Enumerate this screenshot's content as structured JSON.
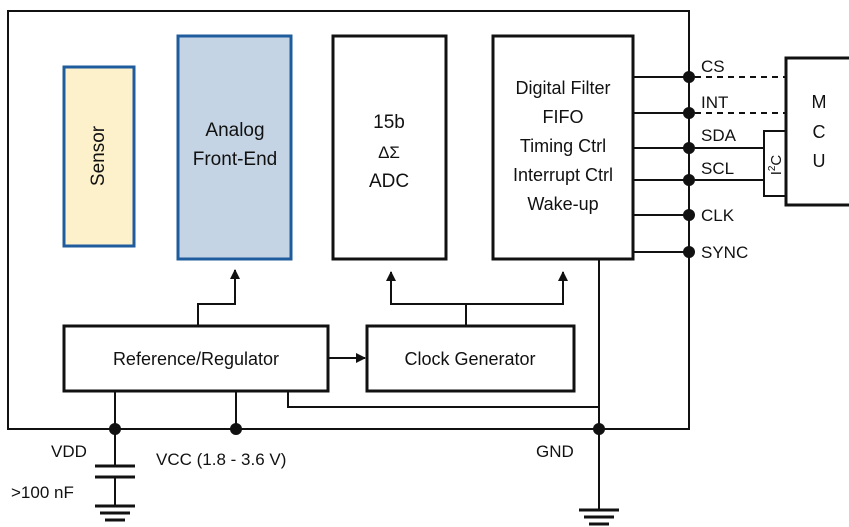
{
  "blocks": {
    "sensor": "Sensor",
    "afe_line1": "Analog",
    "afe_line2": "Front-End",
    "adc_line1": "15b",
    "adc_line2": "ΔΣ",
    "adc_line3": "ADC",
    "digital_lines": [
      "Digital Filter",
      "FIFO",
      "Timing Ctrl",
      "Interrupt Ctrl",
      "Wake-up"
    ],
    "reference": "Reference/Regulator",
    "clock": "Clock Generator"
  },
  "pins": [
    "CS",
    "INT",
    "SDA",
    "SCL",
    "CLK",
    "SYNC"
  ],
  "mcu": [
    "M",
    "C",
    "U"
  ],
  "i2c": {
    "main": "I",
    "sup": "2",
    "tail": "C"
  },
  "power": {
    "vdd": "VDD",
    "vcc": "VCC (1.8 - 3.6 V)",
    "gnd": "GND",
    "cap": ">100 nF"
  },
  "colors": {
    "sensor_fill": "#fdf1cc",
    "sensor_border": "#1f5c9e",
    "afe_fill": "#c4d4e4",
    "afe_border": "#1f5c9e",
    "line": "#111111"
  }
}
